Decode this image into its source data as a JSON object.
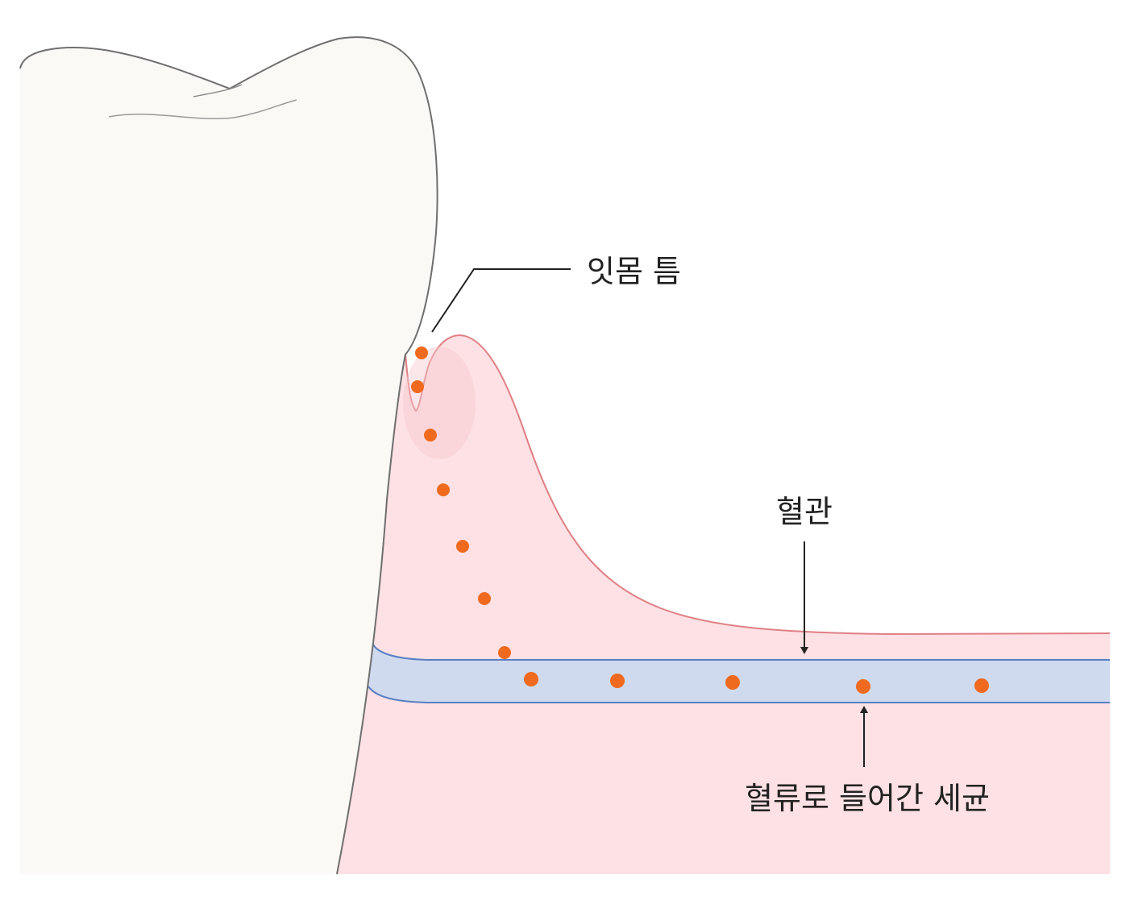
{
  "labels": {
    "gum_gap": "잇몸 틈",
    "blood_vessel": "혈관",
    "bacteria_in_bloodstream": "혈류로 들어간 세균"
  },
  "bacteria_count": 12,
  "colors": {
    "tooth_fill": "#fbf9f6",
    "tooth_outline": "#6f6f6f",
    "gum_fill": "#fde1e4",
    "gum_outline": "#e07f84",
    "vessel_fill": "#cfdaee",
    "vessel_outline": "#5a7fc4",
    "bacteria": "#ef6a1e",
    "leader_line": "#222222"
  }
}
